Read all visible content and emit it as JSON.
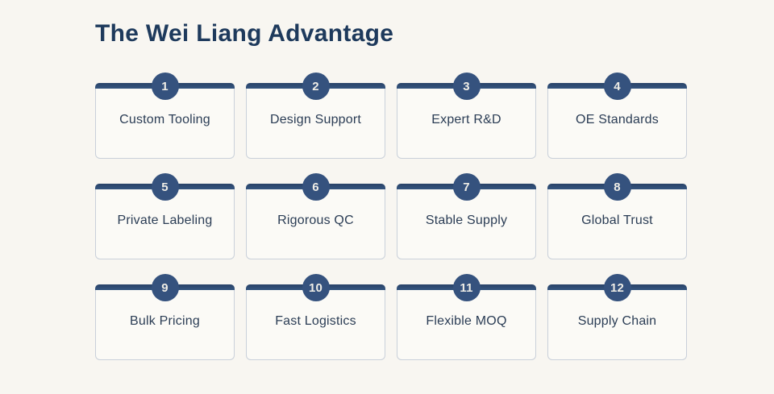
{
  "page": {
    "title": "The Wei Liang Advantage"
  },
  "colors": {
    "page_background": "#f8f6f1",
    "card_background": "#fbfaf6",
    "card_border": "#c9d0da",
    "accent_navy": "#35527e",
    "title_color": "#1e3a5c",
    "label_color": "#2b3d55",
    "badge_text_color": "#efede6"
  },
  "advantages": [
    {
      "number": "1",
      "label": "Custom Tooling"
    },
    {
      "number": "2",
      "label": "Design Support"
    },
    {
      "number": "3",
      "label": "Expert R&D"
    },
    {
      "number": "4",
      "label": "OE Standards"
    },
    {
      "number": "5",
      "label": "Private Labeling"
    },
    {
      "number": "6",
      "label": "Rigorous QC"
    },
    {
      "number": "7",
      "label": "Stable Supply"
    },
    {
      "number": "8",
      "label": "Global Trust"
    },
    {
      "number": "9",
      "label": "Bulk Pricing"
    },
    {
      "number": "10",
      "label": "Fast Logistics"
    },
    {
      "number": "11",
      "label": "Flexible MOQ"
    },
    {
      "number": "12",
      "label": "Supply Chain"
    }
  ]
}
